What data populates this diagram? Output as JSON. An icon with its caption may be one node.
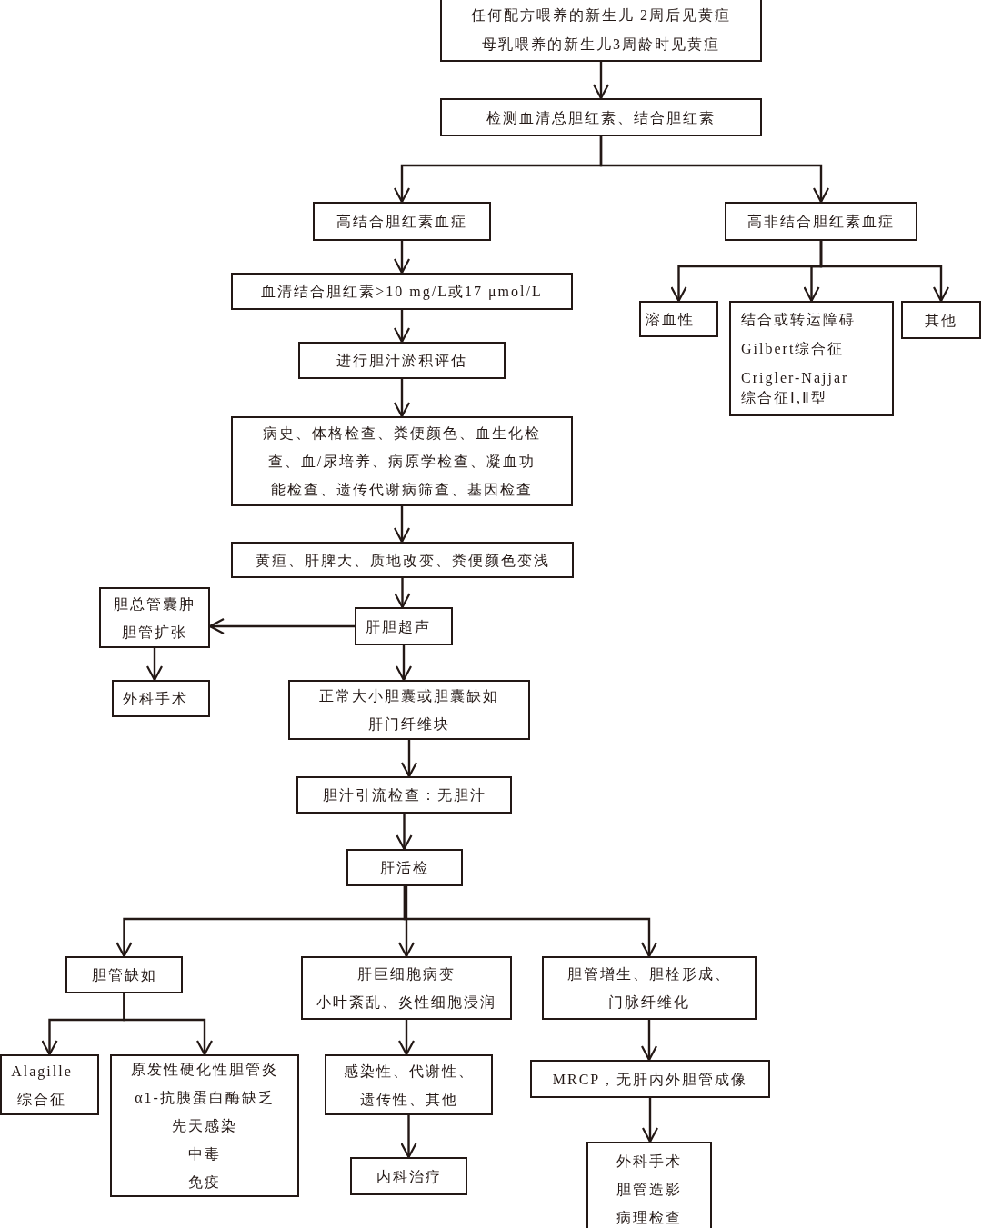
{
  "diagram": {
    "nodes": [
      {
        "text": [
          "任何配方喂养的新生儿 2周后见黄疸",
          "母乳喂养的新生儿3周龄时见黄疸"
        ]
      },
      {
        "text": [
          "检测血清总胆红素、结合胆红素"
        ]
      },
      {
        "text": [
          "高结合胆红素血症"
        ]
      },
      {
        "text": [
          "高非结合胆红素血症"
        ]
      },
      {
        "text": [
          "血清结合胆红素>10 mg/L或17 μmol/L"
        ]
      },
      {
        "text": [
          "进行胆汁淤积评估"
        ]
      },
      {
        "text": [
          "溶血性"
        ]
      },
      {
        "text": [
          "结合或转运障碍",
          "Gilbert综合征",
          "Crigler-Najjar综合征Ⅰ,Ⅱ型"
        ]
      },
      {
        "text": [
          "其他"
        ]
      },
      {
        "text": [
          "病史、体格检查、粪便颜色、血生化检查、血/尿培养、病原学检查、凝血功能检查、遗传代谢病筛查、基因检查"
        ]
      },
      {
        "text": [
          "黄疸、肝脾大、质地改变、粪便颜色变浅"
        ]
      },
      {
        "text": [
          "胆总管囊肿",
          "胆管扩张"
        ]
      },
      {
        "text": [
          "肝胆超声"
        ]
      },
      {
        "text": [
          "外科手术"
        ]
      },
      {
        "text": [
          "正常大小胆囊或胆囊缺如",
          "肝门纤维块"
        ]
      },
      {
        "text": [
          "胆汁引流检查：无胆汁"
        ]
      },
      {
        "text": [
          "肝活检"
        ]
      },
      {
        "text": [
          "胆管缺如"
        ]
      },
      {
        "text": [
          "肝巨细胞病变",
          "小叶紊乱、炎性细胞浸润"
        ]
      },
      {
        "text": [
          "胆管增生、胆栓形成、门脉纤维化"
        ]
      },
      {
        "text": [
          "Alagille综合征"
        ]
      },
      {
        "text": [
          "原发性硬化性胆管炎",
          "α1-抗胰蛋白酶缺乏",
          "先天感染",
          "中毒",
          "免疫"
        ]
      },
      {
        "text": [
          "感染性、代谢性、遗传性、其他"
        ]
      },
      {
        "text": [
          "MRCP，无肝内外胆管成像"
        ]
      },
      {
        "text": [
          "内科治疗"
        ]
      },
      {
        "text": [
          "外科手术",
          "胆管造影",
          "病理检查"
        ]
      }
    ],
    "edges": [
      {
        "from": 0,
        "to": 1,
        "arrow": "to"
      },
      {
        "from": 1,
        "to": 2,
        "arrow": "to"
      },
      {
        "from": 1,
        "to": 3,
        "arrow": "to"
      },
      {
        "from": 2,
        "to": 4,
        "arrow": "to"
      },
      {
        "from": 3,
        "to": 6,
        "arrow": "to"
      },
      {
        "from": 3,
        "to": 7,
        "arrow": "to"
      },
      {
        "from": 3,
        "to": 8,
        "arrow": "to"
      },
      {
        "from": 4,
        "to": 5,
        "arrow": "to"
      },
      {
        "from": 5,
        "to": 9,
        "arrow": "to"
      },
      {
        "from": 9,
        "to": 10,
        "arrow": "to"
      },
      {
        "from": 10,
        "to": 12,
        "arrow": "to"
      },
      {
        "from": 12,
        "to": 11,
        "arrow": "to"
      },
      {
        "from": 11,
        "to": 13,
        "arrow": "to"
      },
      {
        "from": 12,
        "to": 14,
        "arrow": "to"
      },
      {
        "from": 14,
        "to": 15,
        "arrow": "to"
      },
      {
        "from": 15,
        "to": 16,
        "arrow": "to"
      },
      {
        "from": 16,
        "to": 17,
        "arrow": "to"
      },
      {
        "from": 16,
        "to": 18,
        "arrow": "to"
      },
      {
        "from": 16,
        "to": 19,
        "arrow": "to"
      },
      {
        "from": 17,
        "to": 20,
        "arrow": "to"
      },
      {
        "from": 17,
        "to": 21,
        "arrow": "to"
      },
      {
        "from": 18,
        "to": 22,
        "arrow": "to"
      },
      {
        "from": 22,
        "to": 24,
        "arrow": "to"
      },
      {
        "from": 19,
        "to": 23,
        "arrow": "to"
      },
      {
        "from": 23,
        "to": 25,
        "arrow": "to"
      }
    ]
  }
}
